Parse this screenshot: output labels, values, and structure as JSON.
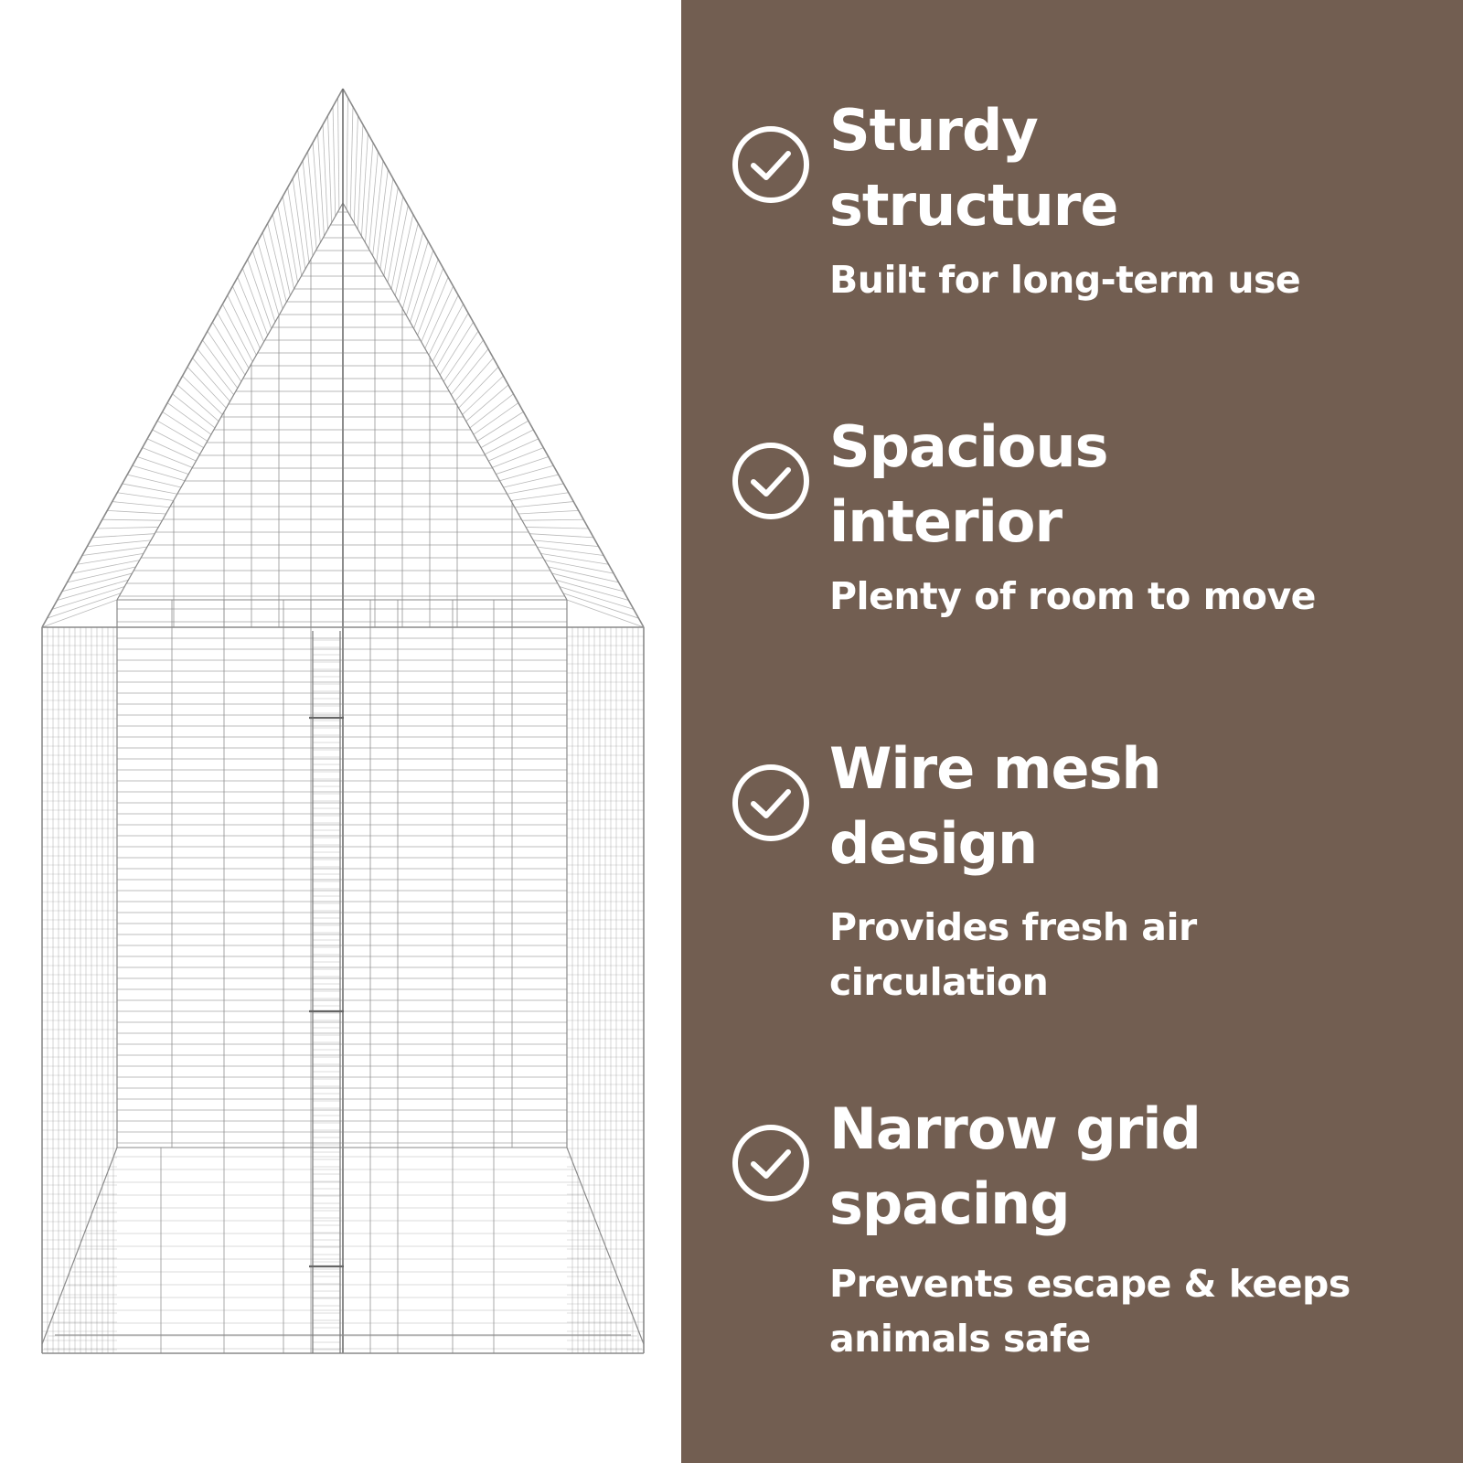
{
  "colors": {
    "panel_background": "#725e51",
    "text": "#ffffff",
    "mesh_wire": "#8a8a8a"
  },
  "product_image": {
    "subject": "galvanised wire mesh enclosure with pointed roof",
    "icon": "wire-cage-illustration"
  },
  "features": [
    {
      "icon": "check-circle-icon",
      "title_lines": [
        "Sturdy",
        "structure"
      ],
      "description_lines": [
        "Built for long-term use"
      ]
    },
    {
      "icon": "check-circle-icon",
      "title_lines": [
        "Spacious",
        "interior"
      ],
      "description_lines": [
        "Plenty of room to move"
      ]
    },
    {
      "icon": "check-circle-icon",
      "title_lines": [
        "Wire mesh",
        "design"
      ],
      "description_lines": [
        "Provides fresh air",
        "circulation"
      ]
    },
    {
      "icon": "check-circle-icon",
      "title_lines": [
        "Narrow grid",
        "spacing"
      ],
      "description_lines": [
        "Prevents escape & keeps",
        "animals safe"
      ]
    }
  ]
}
